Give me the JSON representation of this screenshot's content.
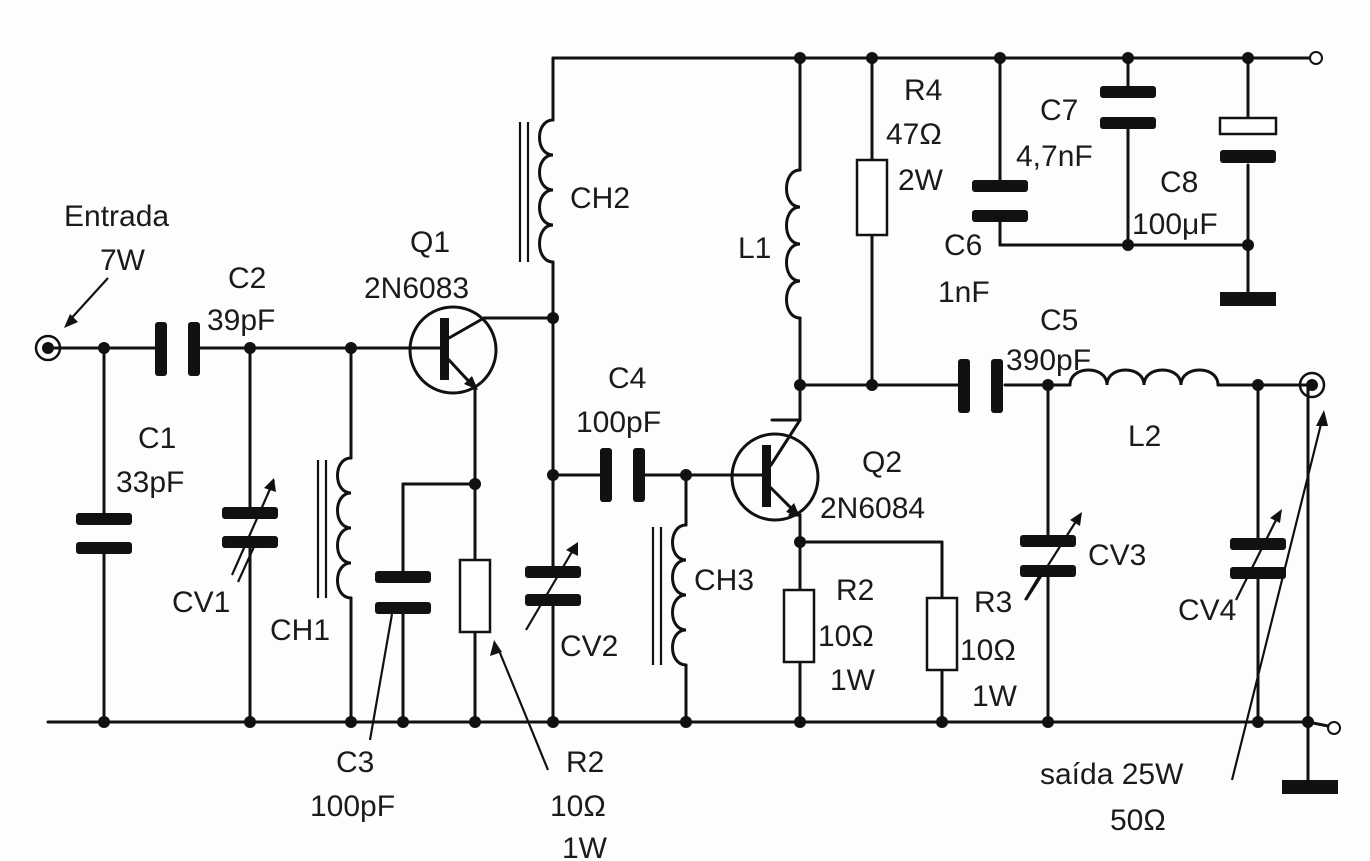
{
  "labels": {
    "entrada_l1": "Entrada",
    "entrada_l2": "7W",
    "c1_name": "C1",
    "c1_value": "33pF",
    "c2_name": "C2",
    "c2_value": "39pF",
    "cv1": "CV1",
    "ch1": "CH1",
    "q1_name": "Q1",
    "q1_part": "2N6083",
    "ch2": "CH2",
    "c3_name": "C3",
    "c3_value": "100pF",
    "r2a_name": "R2",
    "r2a_value": "10Ω",
    "r2a_power": "1W",
    "c4_name": "C4",
    "c4_value": "100pF",
    "cv2": "CV2",
    "ch3": "CH3",
    "q2_name": "Q2",
    "q2_part": "2N6084",
    "l1": "L1",
    "r4_name": "R4",
    "r4_value": "47Ω",
    "r4_power": "2W",
    "c7_name": "C7",
    "c7_value": "4,7nF",
    "c6_name": "C6",
    "c6_value": "1nF",
    "c8_name": "C8",
    "c8_value": "100μF",
    "c5_name": "C5",
    "c5_value": "390pF",
    "l2": "L2",
    "r2b_name": "R2",
    "r2b_value": "10Ω",
    "r2b_power": "1W",
    "r3_name": "R3",
    "r3_value": "10Ω",
    "r3_power": "1W",
    "cv3": "CV3",
    "cv4": "CV4",
    "saida_l1": "saída 25W",
    "saida_l2": "50Ω"
  }
}
